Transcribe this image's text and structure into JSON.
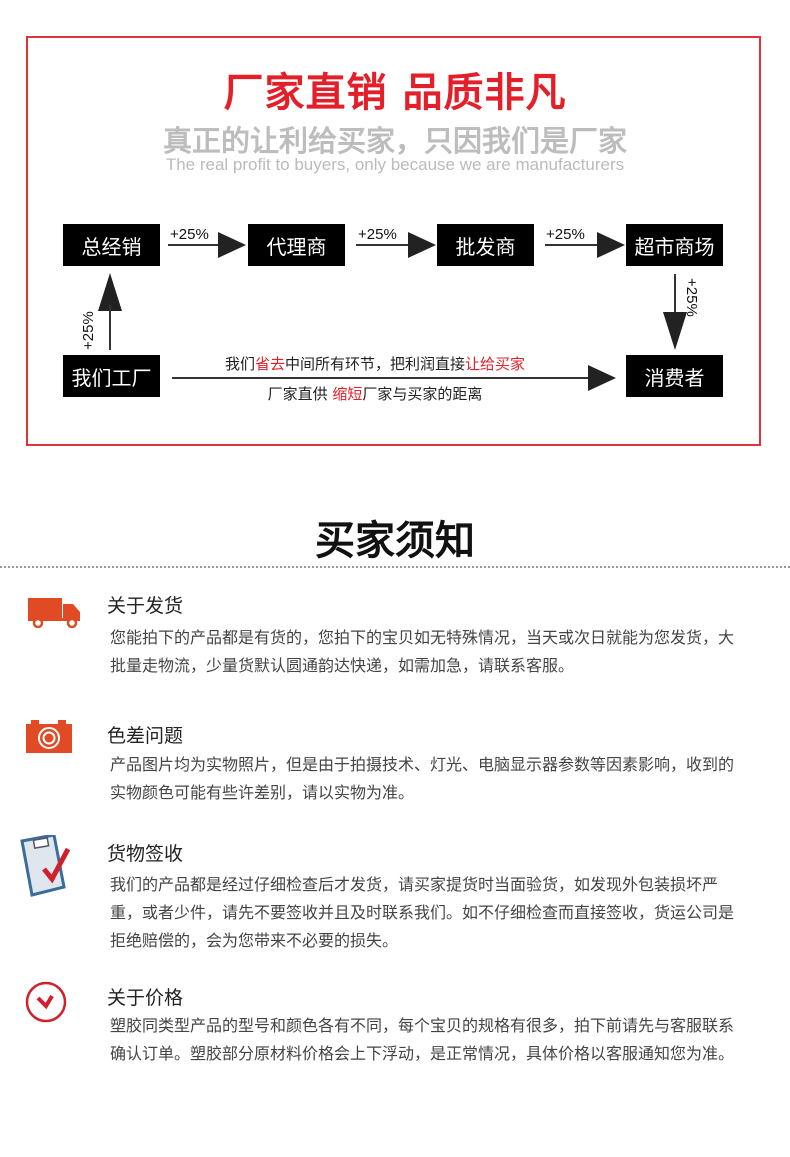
{
  "banner": {
    "title": "厂家直销 品质非凡",
    "subtitle": "真正的让利给买家，只因我们是厂家",
    "english": "The real profit to buyers, only because we are manufacturers"
  },
  "flow": {
    "nodes": {
      "distributor": "总经销",
      "agent": "代理商",
      "wholesaler": "批发商",
      "supermarket": "超市商场",
      "factory": "我们工厂",
      "consumer": "消费者"
    },
    "markup": "+25%",
    "direct_line1": {
      "a": "我们",
      "b": "省去",
      "c": "中间所有环节，把利润直接",
      "d": "让给买家"
    },
    "direct_line2": {
      "a": "厂家直供 ",
      "b": "缩短",
      "c": "厂家与买家的距离"
    }
  },
  "notice": {
    "title": "买家须知",
    "items": [
      {
        "icon": "truck-icon",
        "title": "关于发货",
        "body": "您能拍下的产品都是有货的，您拍下的宝贝如无特殊情况，当天或次日就能为您发货，大批量走物流，少量货默认圆通韵达快递，如需加急，请联系客服。"
      },
      {
        "icon": "camera-icon",
        "title": "色差问题",
        "body": "产品图片均为实物照片，但是由于拍摄技术、灯光、电脑显示器参数等因素影响，收到的实物颜色可能有些许差别，请以实物为准。"
      },
      {
        "icon": "clipboard-check-icon",
        "title": "货物签收",
        "body": "我们的产品都是经过仔细检查后才发货，请买家提货时当面验货，如发现外包装损坏严重，或者少件，请先不要签收并且及时联系我们。如不仔细检查而直接签收，货运公司是拒绝赔偿的，会为您带来不必要的损失。"
      },
      {
        "icon": "check-circle-icon",
        "title": "关于价格",
        "body": "塑胶同类型产品的型号和颜色各有不同，每个宝贝的规格有很多，拍下前请先与客服联系确认订单。塑胶部分原材料价格会上下浮动，是正常情况，具体价格以客服通知您为准。"
      }
    ]
  },
  "colors": {
    "accent": "#e3202a",
    "icon_orange": "#e04a24"
  }
}
